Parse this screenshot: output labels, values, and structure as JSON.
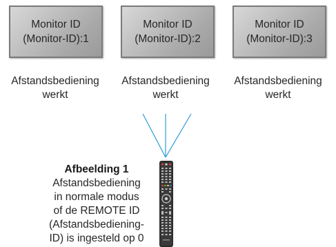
{
  "monitors": [
    {
      "line1": "Monitor ID",
      "line2": "(Monitor-ID):1"
    },
    {
      "line1": "Monitor ID",
      "line2": "(Monitor-ID):2"
    },
    {
      "line1": "Monitor ID",
      "line2": "(Monitor-ID):3"
    }
  ],
  "captions": [
    {
      "line1": "Afstandsbediening",
      "line2": "werkt"
    },
    {
      "line1": "Afstandsbediening",
      "line2": "werkt"
    },
    {
      "line1": "Afstandsbediening",
      "line2": "werkt"
    }
  ],
  "figure": {
    "title": "Afbeelding 1",
    "lines": [
      "Afstandsbediening",
      "in normale modus",
      "of de REMOTE ID",
      "(Afstandsbediening-",
      "ID) is ingesteld op 0"
    ]
  },
  "colors": {
    "signal": "#2b9cd6",
    "monitor_border": "#7a7a7a",
    "remote_body": "#2a2a2a"
  },
  "icons": {
    "remote": "remote-control-icon",
    "signal": "signal-beam-icon"
  }
}
